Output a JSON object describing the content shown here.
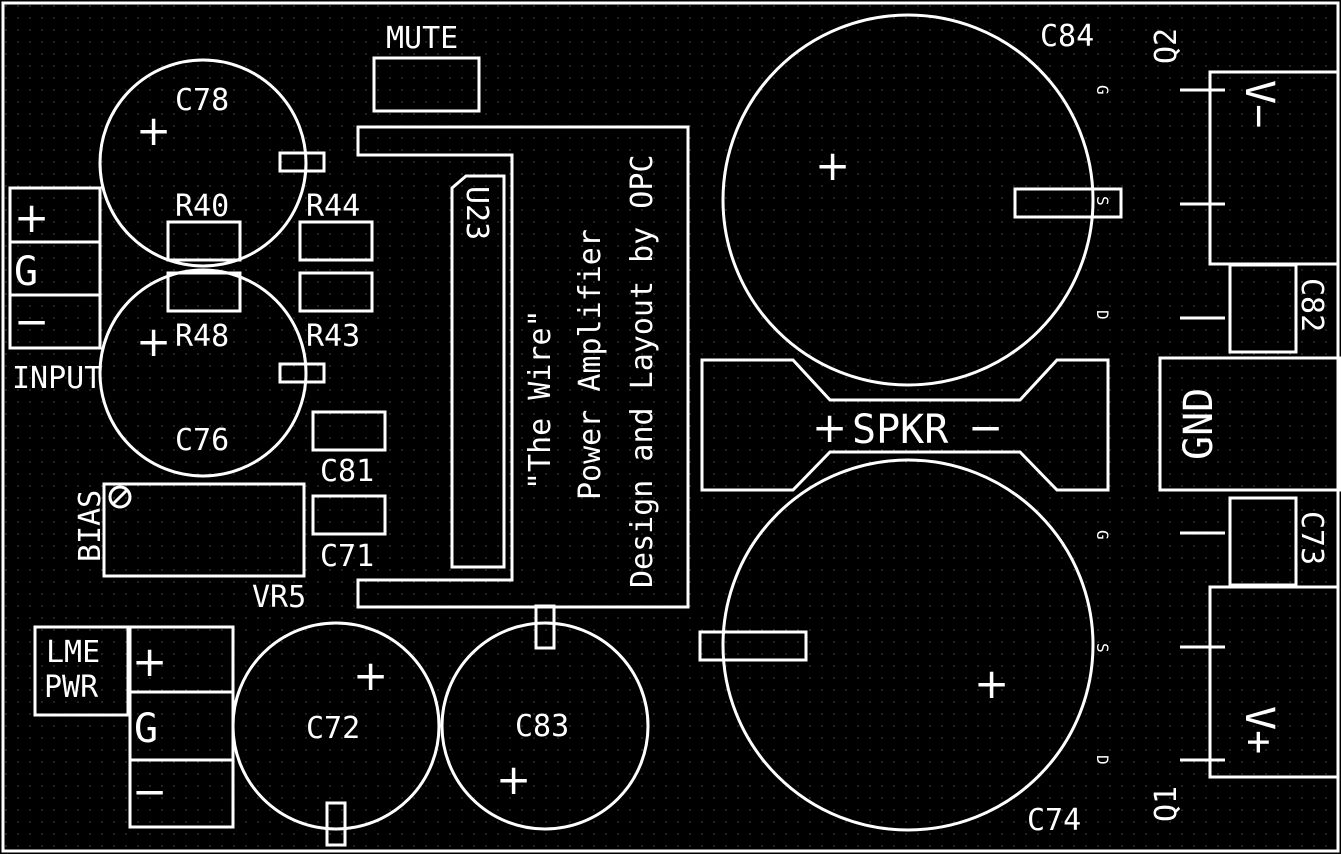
{
  "colors": {
    "background": "#000000",
    "silkscreen": "#ffffff",
    "grid_dots": "#3a3a3a"
  },
  "labels": {
    "mute": "MUTE",
    "input": "INPUT",
    "bias": "BIAS",
    "lme_pwr_line1": "LME",
    "lme_pwr_line2": "PWR",
    "spkr": "SPKR",
    "gnd": "GND"
  },
  "components": {
    "c78": "C78",
    "c76": "C76",
    "c72": "C72",
    "c83": "C83",
    "c84": "C84",
    "c74": "C74",
    "c82": "C82",
    "c73": "C73",
    "c81": "C81",
    "c71": "C71",
    "r40": "R40",
    "r44": "R44",
    "r48": "R48",
    "r43": "R43",
    "vr5": "VR5",
    "u23": "U23",
    "q1": "Q1",
    "q2": "Q2"
  },
  "terminals": {
    "plus": "+",
    "ground": "G",
    "minus": "−"
  },
  "transistor_pins": {
    "g": "G",
    "s": "S",
    "d": "D"
  },
  "transistor_labels": {
    "q2_rail": "V−",
    "q1_rail": "V+"
  },
  "board_text": {
    "line1": "\"The Wire\"",
    "line2": "Power Amplifier",
    "line3": "Design and Layout by OPC"
  }
}
